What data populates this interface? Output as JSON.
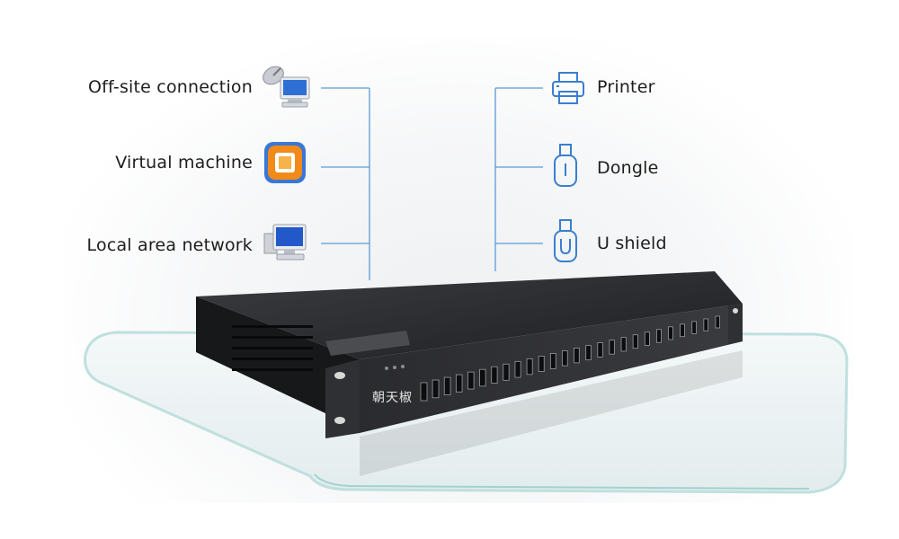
{
  "left_features": [
    {
      "label": "Off-site connection",
      "icon": "satellite-computer-icon"
    },
    {
      "label": "Virtual machine",
      "icon": "vmware-icon"
    },
    {
      "label": "Local area network",
      "icon": "network-computer-icon"
    }
  ],
  "right_features": [
    {
      "label": "Printer",
      "icon": "printer-icon"
    },
    {
      "label": "Dongle",
      "icon": "usb-dongle-icon"
    },
    {
      "label": "U shield",
      "icon": "u-shield-icon"
    }
  ],
  "device": {
    "brand": "朝天椒",
    "port_count": 26
  },
  "colors": {
    "line": "#5b9bd5",
    "outline_icon": "#3a7fd0",
    "device_body": "#2b2d30"
  }
}
